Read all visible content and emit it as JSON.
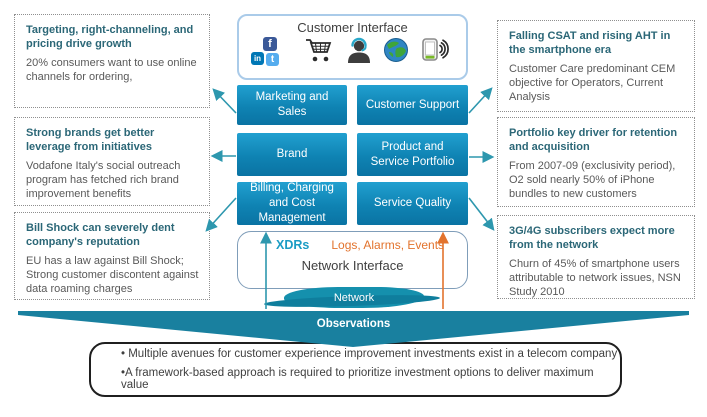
{
  "diagram": {
    "left_boxes": [
      {
        "title": "Targeting, right-channeling, and pricing drive growth",
        "body": "20% consumers want to use online channels for ordering,"
      },
      {
        "title": "Strong brands get better leverage from initiatives",
        "body": "Vodafone Italy's social outreach program has fetched rich brand improvement benefits"
      },
      {
        "title": "Bill Shock can severely dent company's reputation",
        "body": "EU has a law against Bill Shock; Strong customer discontent against data roaming charges"
      }
    ],
    "right_boxes": [
      {
        "title": "Falling CSAT and rising AHT in the smartphone era",
        "body": "Customer Care predominant CEM objective for Operators, Current Analysis"
      },
      {
        "title": "Portfolio key driver for retention and acquisition",
        "body": "From 2007-09 (exclusivity period), O2 sold nearly 50% of iPhone bundles to new customers"
      },
      {
        "title": "3G/4G subscribers expect more from the network",
        "body": "Churn of 45% of smartphone users attributable to network issues, NSN Study 2010"
      }
    ],
    "customer_interface": {
      "title": "Customer Interface",
      "social_glyphs": {
        "facebook": "f",
        "linkedin": "in",
        "twitter": "t"
      },
      "icons": [
        "facebook-icon",
        "linkedin-icon",
        "twitter-icon",
        "shopping-cart-icon",
        "support-agent-icon",
        "globe-icon",
        "mobile-signal-icon"
      ]
    },
    "blocks": [
      "Marketing and Sales",
      "Customer Support",
      "Brand",
      "Product and Service Portfolio",
      "Billing, Charging and Cost Management",
      "Service Quality"
    ],
    "network_interface": {
      "xdrs_label": "XDRs",
      "logs_label": "Logs, Alarms, Events",
      "title": "Network Interface"
    },
    "network_label": "Network",
    "observations": {
      "label": "Observations",
      "bullets": [
        "• Multiple avenues for customer experience improvement investments exist in a telecom company",
        "•A framework-based approach is required to prioritize investment options to deliver maximum value"
      ]
    },
    "colors": {
      "block_gradient_top": "#21a0d0",
      "block_gradient_bottom": "#0a73a3",
      "arrow_teal": "#2d97ae",
      "alert_orange": "#e2732d",
      "observations_fill": "#19809f",
      "network_blob": "#1590ad",
      "note_title_teal": "#2b6777"
    }
  }
}
